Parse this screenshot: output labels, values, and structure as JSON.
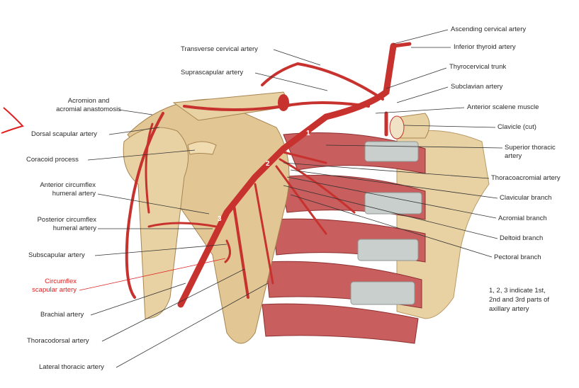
{
  "colors": {
    "artery": "#c8322e",
    "bone": "#e6cf9e",
    "muscle": "#c85a5a",
    "cartilage": "#c9cfcc",
    "highlight": "#e02020"
  },
  "labels_left": {
    "acromion_line1": "Acromion and",
    "acromion_line2": "acromial anastomosis",
    "dorsal_scapular": "Dorsal scapular artery",
    "coracoid": "Coracoid process",
    "ant_circ_line1": "Anterior circumflex",
    "ant_circ_line2": "humeral artery",
    "post_circ_line1": "Posterior circumflex",
    "post_circ_line2": "humeral artery",
    "subscapular": "Subscapular artery",
    "circ_scap_line1": "Circumflex",
    "circ_scap_line2": "scapular artery",
    "brachial": "Brachial artery",
    "thoracodorsal": "Thoracodorsal artery",
    "lateral_thoracic": "Lateral thoracic artery"
  },
  "labels_top": {
    "transverse_cervical": "Transverse cervical artery",
    "suprascapular": "Suprascapular artery"
  },
  "labels_right": {
    "ascending_cervical": "Ascending cervical artery",
    "inferior_thyroid": "Inferior thyroid artery",
    "thyrocervical": "Thyrocervical trunk",
    "subclavian": "Subclavian artery",
    "anterior_scalene": "Anterior scalene muscle",
    "clavicle": "Clavicle (cut)",
    "sup_thoracic_line1": "Superior thoracic",
    "sup_thoracic_line2": "artery",
    "thoracoacromial": "Thoracoacromial artery",
    "clavicular": "Clavicular branch",
    "acromial": "Acromial branch",
    "deltoid": "Deltoid branch",
    "pectoral": "Pectoral branch"
  },
  "note": {
    "line1": "1, 2, 3 indicate 1st,",
    "line2": "2nd and 3rd parts of",
    "line3": "axillary artery"
  },
  "part_numbers": {
    "one": "1",
    "two": "2",
    "three": "3"
  }
}
